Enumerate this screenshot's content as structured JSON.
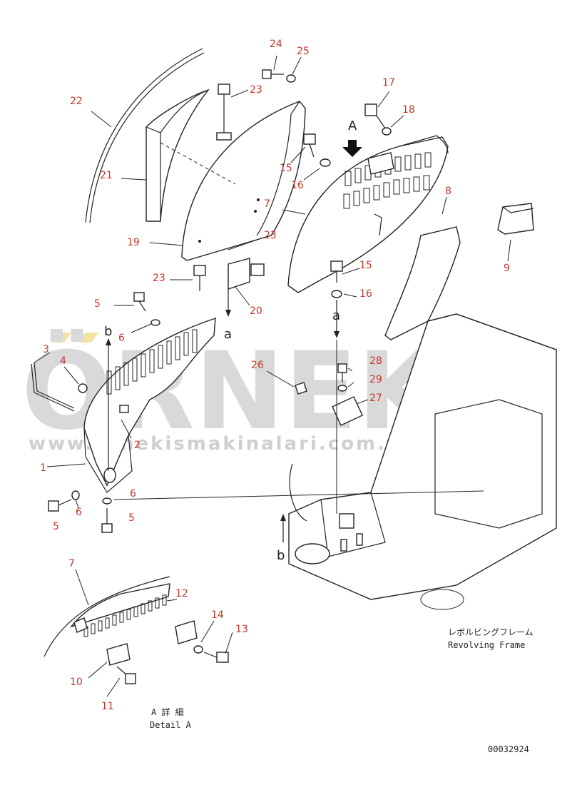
{
  "diagram": {
    "watermark": {
      "brand": "ÖRNEK",
      "url": "www.ornekismakinalari.com.tr"
    },
    "callouts": [
      {
        "id": "c24",
        "text": "24"
      },
      {
        "id": "c25",
        "text": "25"
      },
      {
        "id": "c22",
        "text": "22"
      },
      {
        "id": "c23a",
        "text": "23"
      },
      {
        "id": "c17",
        "text": "17"
      },
      {
        "id": "c18",
        "text": "18"
      },
      {
        "id": "c21",
        "text": "21"
      },
      {
        "id": "c15a",
        "text": "15"
      },
      {
        "id": "c16a",
        "text": "16"
      },
      {
        "id": "c7a",
        "text": "7"
      },
      {
        "id": "c8",
        "text": "8"
      },
      {
        "id": "c9",
        "text": "9"
      },
      {
        "id": "c19",
        "text": "19"
      },
      {
        "id": "c23b",
        "text": "23"
      },
      {
        "id": "c23c",
        "text": "23"
      },
      {
        "id": "c15b",
        "text": "15"
      },
      {
        "id": "c16b",
        "text": "16"
      },
      {
        "id": "c20",
        "text": "20"
      },
      {
        "id": "c5a",
        "text": "5"
      },
      {
        "id": "c6a",
        "text": "6"
      },
      {
        "id": "c3",
        "text": "3"
      },
      {
        "id": "c4",
        "text": "4"
      },
      {
        "id": "c26",
        "text": "26"
      },
      {
        "id": "c28",
        "text": "28"
      },
      {
        "id": "c29",
        "text": "29"
      },
      {
        "id": "c27",
        "text": "27"
      },
      {
        "id": "c2",
        "text": "2"
      },
      {
        "id": "c1",
        "text": "1"
      },
      {
        "id": "c6b",
        "text": "6"
      },
      {
        "id": "c6c",
        "text": "6"
      },
      {
        "id": "c5b",
        "text": "5"
      },
      {
        "id": "c5c",
        "text": "5"
      },
      {
        "id": "c7b",
        "text": "7"
      },
      {
        "id": "c12",
        "text": "12"
      },
      {
        "id": "c14",
        "text": "14"
      },
      {
        "id": "c13",
        "text": "13"
      },
      {
        "id": "c10",
        "text": "10"
      },
      {
        "id": "c11",
        "text": "11"
      }
    ],
    "view_letters": {
      "A": "A",
      "a_top": "a",
      "a_mid": "a",
      "b_top": "b",
      "b_bottom": "b"
    },
    "revolving_frame": {
      "jp": "レボルビングフレーム",
      "en": "Revolving Frame"
    },
    "detail": {
      "jp": "A 詳 細",
      "en": "Detail A"
    },
    "drawing_number": "00032924"
  }
}
